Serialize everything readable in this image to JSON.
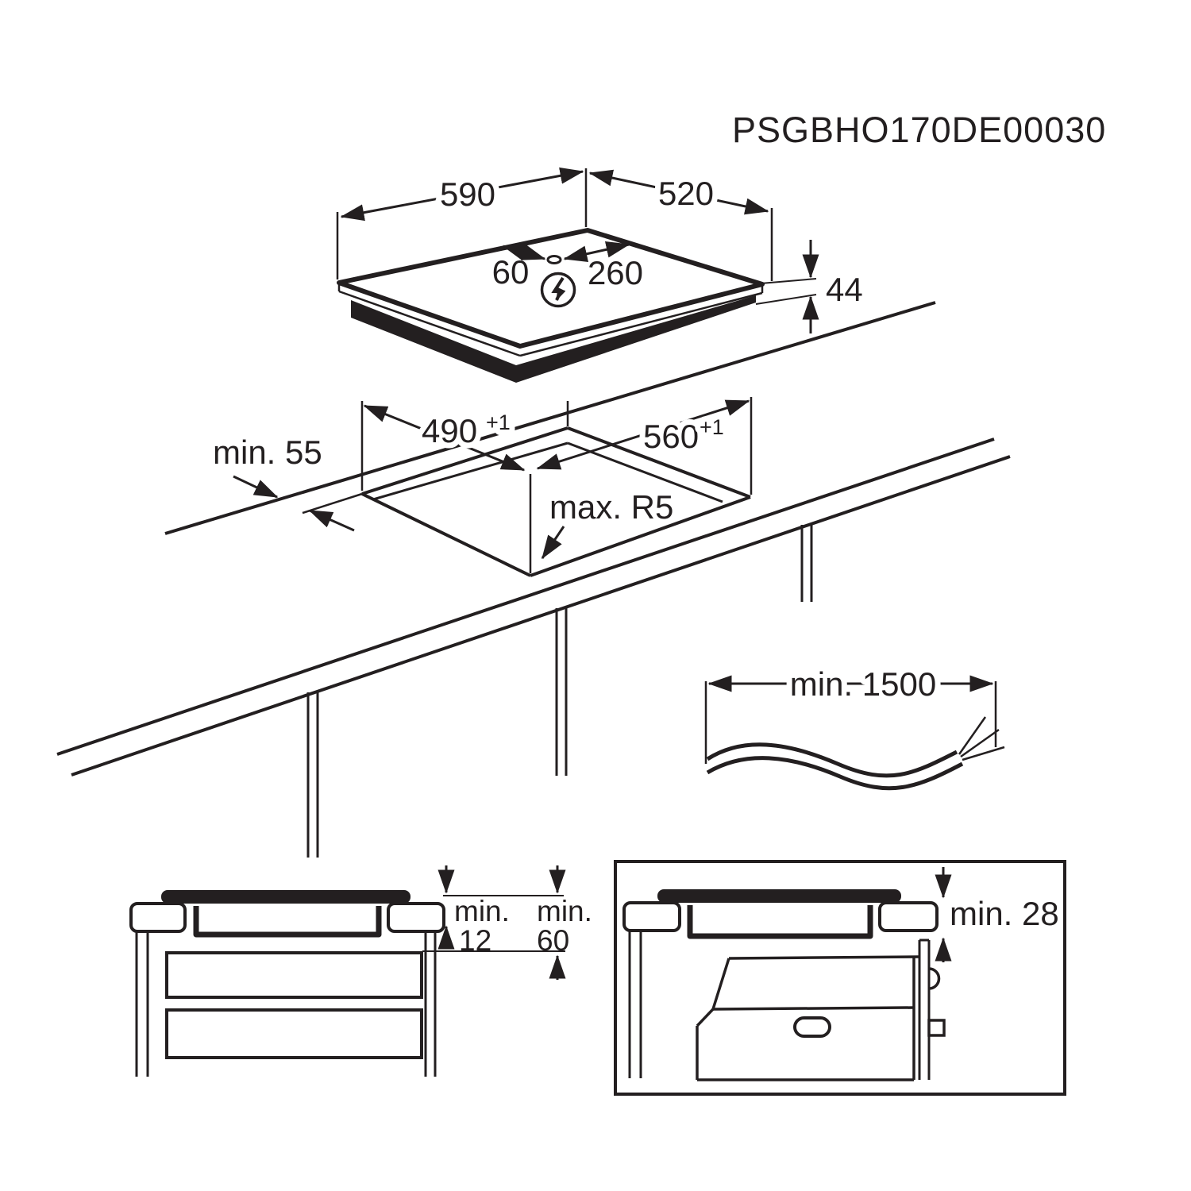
{
  "colors": {
    "ink": "#231f20",
    "background": "#ffffff"
  },
  "title": "PSGBHO170DE00030",
  "hob": {
    "width": "590",
    "depth": "520",
    "connection_offset_left": "60",
    "connection_offset_right": "260",
    "height": "44",
    "power_icon": "lightning-in-circle",
    "connection_point_icon": "oval-connection-point"
  },
  "cutout": {
    "depth": "490",
    "depth_tolerance": "+1",
    "width": "560",
    "width_tolerance": "+1",
    "rear_clearance": "min. 55",
    "corner_radius": "max. R5"
  },
  "cable": {
    "length": "min. 1500"
  },
  "drawer_section": {
    "min_label_a": "min.",
    "gap_hob_to_drawer": "12",
    "min_label_b": "min.",
    "gap_worktop_to_drawer": "60"
  },
  "oven_section": {
    "clearance": "min. 28"
  }
}
